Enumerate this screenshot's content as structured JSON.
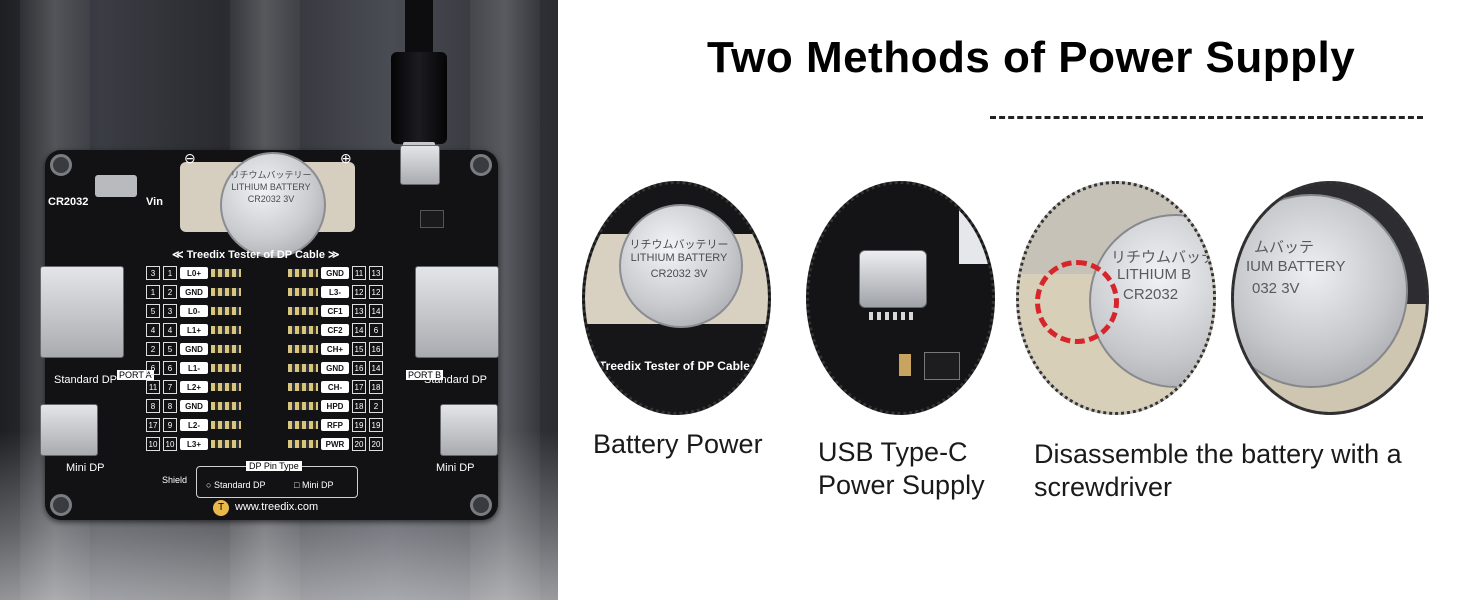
{
  "heading": "Two Methods of Power Supply",
  "board": {
    "switch_left": "CR2032",
    "switch_right": "Vin",
    "battery_line1": "リチウムバッテリー",
    "battery_line2": "LITHIUM BATTERY",
    "battery_line3": "CR2032  3V",
    "minus": "⊖",
    "plus": "⊕",
    "board_title": "≪ Treedix Tester of DP Cable ≫",
    "left_port_top": "Standard DP",
    "left_port_bottom": "Mini DP",
    "right_port_top": "Standard DP",
    "right_port_bottom": "Mini DP",
    "side_tag_left": "PORT A",
    "side_tag_right": "PORT B",
    "shield": "Shield",
    "pin_type_title": "DP Pin Type",
    "pin_type_a": "Standard DP",
    "pin_type_b": "Mini DP",
    "website": "www.treedix.com",
    "left_pins": [
      {
        "a": "3",
        "b": "1",
        "name": "L0+"
      },
      {
        "a": "1",
        "b": "2",
        "name": "GND"
      },
      {
        "a": "5",
        "b": "3",
        "name": "L0-"
      },
      {
        "a": "4",
        "b": "4",
        "name": "L1+"
      },
      {
        "a": "2",
        "b": "5",
        "name": "GND"
      },
      {
        "a": "6",
        "b": "6",
        "name": "L1-"
      },
      {
        "a": "11",
        "b": "7",
        "name": "L2+"
      },
      {
        "a": "8",
        "b": "8",
        "name": "GND"
      },
      {
        "a": "17",
        "b": "9",
        "name": "L2-"
      },
      {
        "a": "10",
        "b": "10",
        "name": "L3+"
      }
    ],
    "right_pins": [
      {
        "name": "GND",
        "a": "11",
        "b": "13"
      },
      {
        "name": "L3-",
        "a": "12",
        "b": "12"
      },
      {
        "name": "CF1",
        "a": "13",
        "b": "14"
      },
      {
        "name": "CF2",
        "a": "14",
        "b": "6"
      },
      {
        "name": "CH+",
        "a": "15",
        "b": "16"
      },
      {
        "name": "GND",
        "a": "16",
        "b": "14"
      },
      {
        "name": "CH-",
        "a": "17",
        "b": "18"
      },
      {
        "name": "HPD",
        "a": "18",
        "b": "2"
      },
      {
        "name": "RFP",
        "a": "19",
        "b": "19"
      },
      {
        "name": "PWR",
        "a": "20",
        "b": "20"
      }
    ]
  },
  "zoom1": {
    "battery_line1": "リチウムバッテリー",
    "battery_line2": "LITHIUM BATTERY",
    "battery_line3": "CR2032  3V",
    "board_title": "Treedix Tester of DP Cable"
  },
  "zoom3": {
    "battery_line1": "リチウムバッテリー",
    "battery_line2": "LITHIUM B",
    "battery_line3": "CR2032"
  },
  "zoom4": {
    "battery_line1": "ムバッテ",
    "battery_line2": "IUM BATTERY",
    "battery_line3": "032  3V"
  },
  "captions": {
    "battery": "Battery Power",
    "usb_line1": "USB Type-C",
    "usb_line2": "Power Supply",
    "disassemble_line1": "Disassemble the battery with a",
    "disassemble_line2": "screwdriver"
  }
}
